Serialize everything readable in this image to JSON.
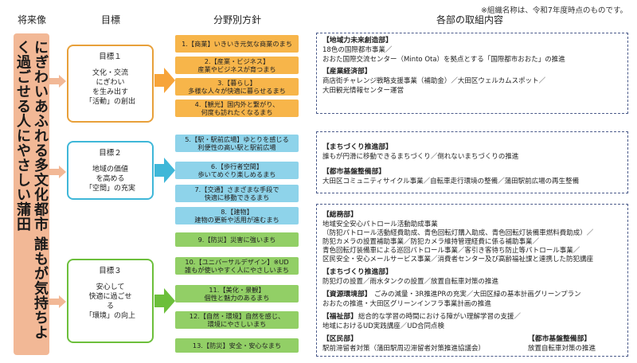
{
  "header": {
    "col1": "将来像",
    "col2": "目標",
    "col3": "分野別方針",
    "col4": "各部の取組内容",
    "note": "※組織名称は、令和7年度時点のものです。"
  },
  "vision": "にぎわいあふれる多文化都市 誰もが気持ちよく過ごせる人にやさしい蒲田",
  "goals": [
    {
      "title": "目標１",
      "desc": "文化・交流\nにぎわい\nを生み出す\n「活動」の創出",
      "color": "#e8a03a"
    },
    {
      "title": "目標２",
      "desc": "地域の価値\nを高める\n「空間」の充実",
      "color": "#3fb7d8"
    },
    {
      "title": "目標３",
      "desc": "安心して\n快適に過ごせ\nる\n「環境」の向上",
      "color": "#6cbf3b"
    }
  ],
  "policies": [
    "1.【商業】いきいき元気な商業のまち",
    "2.【産業・ビジネス】\n産業やビジネスが育つまち",
    "3.【暮らし】\n多様な人々が快適に暮らせるまち",
    "4.【観光】国内外と繋がり、\n何度も訪れたくなるまち",
    "5.【駅・駅前広場】ゆとりを感じる\n利便性の高い駅と駅前広場",
    "6.【歩行者空間】\n歩いてめぐり楽しめるまち",
    "7.【交通】さまざまな手段で\n快適に移動できるまち",
    "8.【建物】\n建物の更新や活用が進むまち",
    "9.【防災】災害に強いまち",
    "10.【ユニバーサルデザイン】※UD\n誰もが使いやすく人にやさしいまち",
    "11.【美化・景観】\n個性と魅力のあるまち",
    "12.【自然・環境】自然を感じ、\n環境にやさしいまち",
    "13.【防災】安全・安心なまち"
  ],
  "colors": {
    "orange": "#f7b54a",
    "blue": "#8ed3ea",
    "green": "#92cf66",
    "vision_bg": "#f2b896",
    "dashed_border": "#4a5a8a"
  },
  "actions": {
    "box1": [
      "【地域力未来創造部】",
      "18色の国際都市事業／",
      "おおた国際交流センター（Minto Ota）を拠点とする「国際都市おおた」の推進",
      "【産業経済部】",
      "商店街チャレンジ戦略支援事業（補助金）／大田区ウェルカムスポット／",
      "大田観光情報センター運営"
    ],
    "box2": [
      "【まちづくり推進部】",
      "誰もが円滑に移動できるまちづくり／倒れないまちづくりの推進",
      "【都市基盤整備部】",
      "大田区コミュニティサイクル事業／自転車走行環境の整備／蒲田駅前広場の再生整備"
    ],
    "box3": [
      "【総務部】",
      "地域安全安心パトロール活動助成事業",
      "（防犯パトロール活動経費助成、青色回転灯購入助成、青色回転灯装備車燃料費助成）／",
      "防犯カメラの設置補助事業／防犯カメラ維持管理経費に係る補助事業／",
      "青色回転灯装備車による巡回パトロール事業／客引き客待ち防止等パトロール事業／",
      "区民安全・安心メールサービス事業／消費者センター及び高齢福祉課と連携した防犯講座",
      "【まちづくり推進部】",
      "防犯灯の設置／雨水タンクの設置／放置自転車対策の推進",
      "【資源環境部】",
      "ごみの減量・3R推進PRの充実／大田区緑の基本計画グリーンプラン",
      "おおたの推進・大田区グリーンインフラ事業計画の推進",
      "【福祉部】",
      "総合的な学習の時間における障がい理解学習の支援／",
      "地域におけるUD実践講座／UD合同点検",
      "【区民部】",
      "駅前滞留者対策（蒲田駅周辺滞留者対策推進協議会）",
      "【都市基盤整備部】",
      "放置自転車対策の推進"
    ]
  }
}
